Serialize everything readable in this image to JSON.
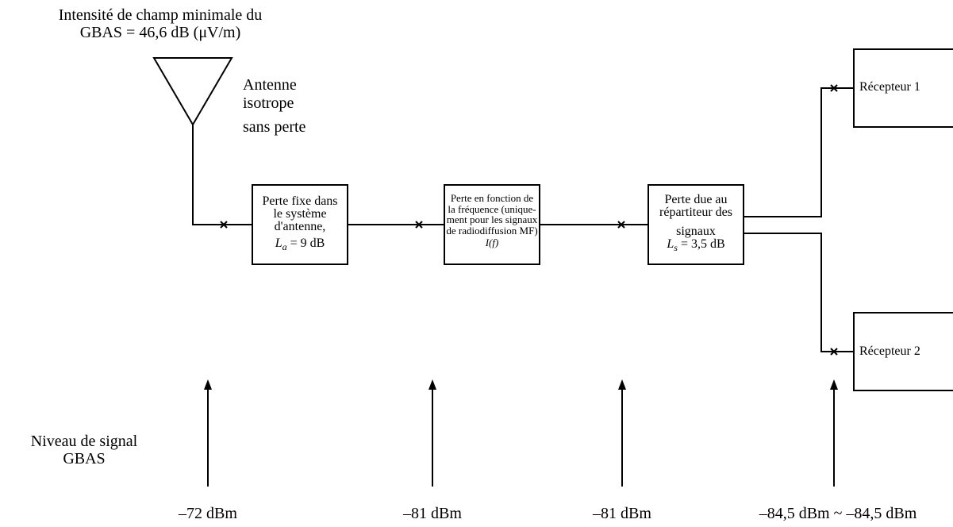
{
  "header": {
    "line1": "Intensité de champ minimale du",
    "line2": "GBAS = 46,6 dB (μV/m)"
  },
  "antenna": {
    "label_line1": "Antenne",
    "label_line2": "isotrope",
    "label_line3": "sans perte"
  },
  "blocks": {
    "fixed_loss": {
      "line1": "Perte fixe dans",
      "line2": "le système",
      "line3": "d'antenne,",
      "value_symbol": "L",
      "value_subscript": "a",
      "value_text": " = 9 dB"
    },
    "freq_loss": {
      "line1": "Perte en fonction de",
      "line2": "la fréquence (unique-",
      "line3": "ment pour les signaux",
      "line4": "de radiodiffusion MF)",
      "value_text": "I(f)"
    },
    "splitter_loss": {
      "line1": "Perte due au",
      "line2": "répartiteur des",
      "line3": "signaux",
      "value_symbol": "L",
      "value_subscript": "s",
      "value_text": " = 3,5 dB"
    },
    "receiver1": {
      "label": "Récepteur 1"
    },
    "receiver2": {
      "label": "Récepteur 2"
    }
  },
  "signal_level": {
    "label_line1": "Niveau de signal",
    "label_line2": "GBAS",
    "values": [
      "–72 dBm",
      "–81 dBm",
      "–81 dBm",
      "–84,5 dBm ~ –84,5 dBm"
    ]
  }
}
